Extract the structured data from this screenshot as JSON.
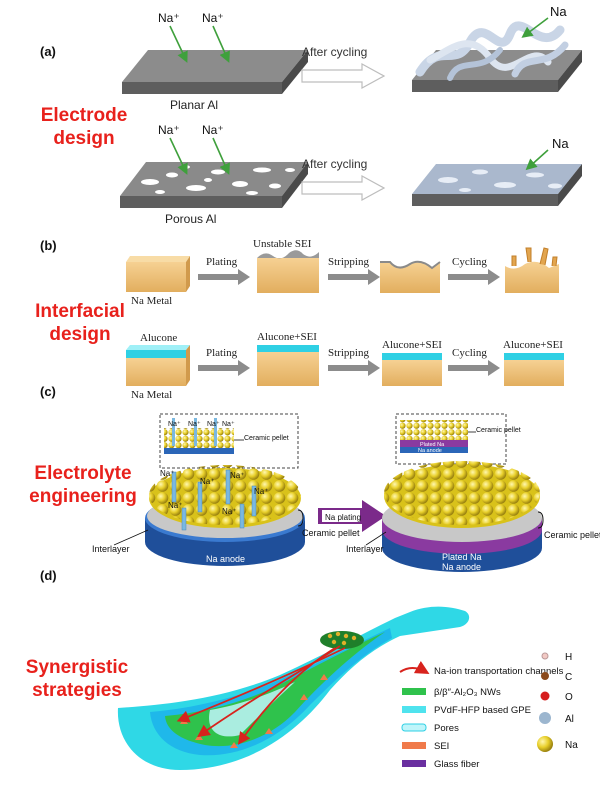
{
  "panel_labels": {
    "a": "(a)",
    "b": "(b)",
    "c": "(c)",
    "d": "(d)"
  },
  "sections": {
    "electrode": [
      "Electrode",
      "design"
    ],
    "interfacial": [
      "Interfacial",
      "design"
    ],
    "electrolyte": [
      "Electrolyte",
      "engineering"
    ],
    "synergistic": [
      "Synergistic",
      "strategies"
    ]
  },
  "panel_a": {
    "na_ion": "Na⁺",
    "na": "Na",
    "after_cycling": "After cycling",
    "planar_al": "Planar Al",
    "porous_al": "Porous Al"
  },
  "panel_b": {
    "na_metal": "Na Metal",
    "plating": "Plating",
    "stripping": "Stripping",
    "cycling": "Cycling",
    "unstable_sei": "Unstable SEI",
    "alucone": "Alucone",
    "alucone_sei": "Alucone+SEI"
  },
  "panel_c": {
    "na_ion": "Na⁺",
    "ceramic_pellet": "Ceramic pellet",
    "na_anode": "Na anode",
    "plated_na": "Plated Na",
    "interlayer": "Interlayer",
    "na_plating": "Na plating"
  },
  "panel_d": {
    "legend": [
      {
        "label": "Na-ion transportation channels",
        "color": "#d8231d"
      },
      {
        "label": "β/β″-Al₂O₃ NWs",
        "color": "#2fc24c"
      },
      {
        "label": "PVdF-HFP based GPE",
        "color": "#4fe3ee"
      },
      {
        "label": "Pores",
        "color": "#bff5fa"
      },
      {
        "label": "SEI",
        "color": "#f07a4a"
      },
      {
        "label": "Glass fiber",
        "color": "#6a2fa0"
      }
    ],
    "atoms": [
      {
        "label": "H",
        "color": "#f2c9c4"
      },
      {
        "label": "C",
        "color": "#8a4a1c"
      },
      {
        "label": "O",
        "color": "#d61e1e"
      },
      {
        "label": "Al",
        "color": "#9cb6cf"
      },
      {
        "label": "Na",
        "color": "#f2d23c"
      }
    ]
  }
}
